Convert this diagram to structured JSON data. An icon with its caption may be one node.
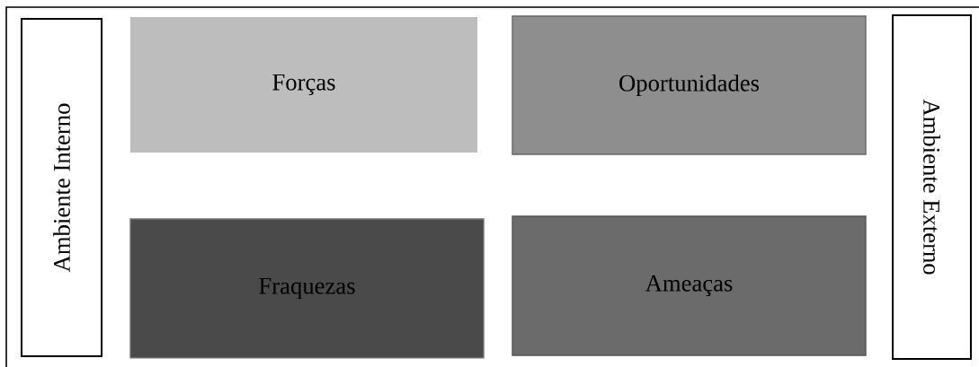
{
  "diagram": {
    "nodes": [
      {
        "text": [
          "Ambiente Interno"
        ]
      },
      {
        "text": [
          "Forças"
        ]
      },
      {
        "text": [
          "Oportunidades"
        ]
      },
      {
        "text": [
          "Fraquezas"
        ]
      },
      {
        "text": [
          "Ameaças"
        ]
      },
      {
        "text": [
          "Ambiente Externo"
        ]
      }
    ]
  }
}
